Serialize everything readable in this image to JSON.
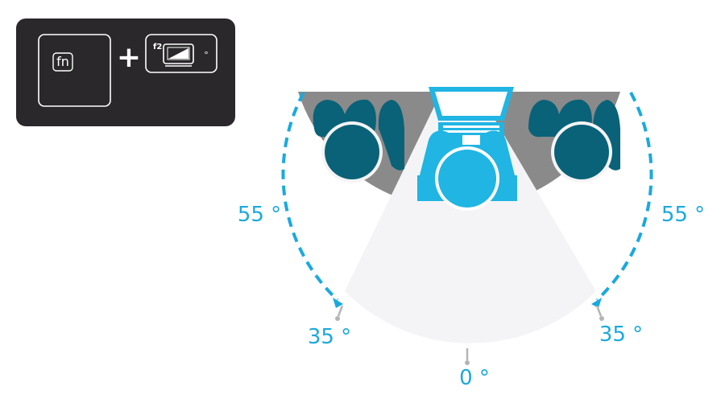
{
  "shortcut": {
    "key1_label": "fn",
    "plus_symbol": "+",
    "key2_function": "f2",
    "key2_indicator": "°"
  },
  "angles": {
    "left_outer": "55 °",
    "right_outer": "55 °",
    "left_inner": "35 °",
    "right_inner": "35 °",
    "center": "0 °"
  },
  "colors": {
    "panel": "#2a282a",
    "shaded_zone": "#8a8a8a",
    "clear_zone": "#f4f4f6",
    "viewer_main": "#20b5e3",
    "viewer_side": "#0a6278",
    "accent": "#1aa9de",
    "marker": "#b4b4b4"
  }
}
